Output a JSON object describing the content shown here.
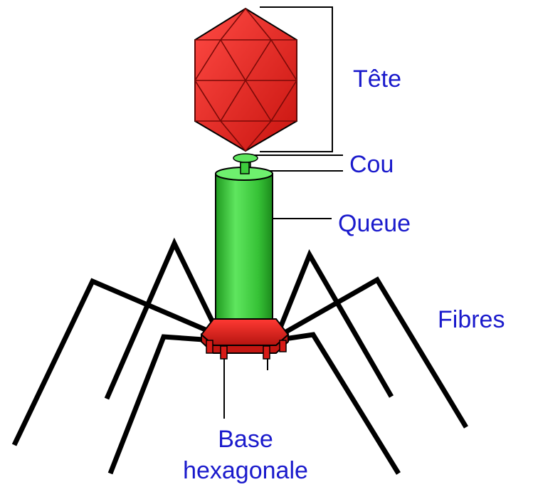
{
  "labels": {
    "head": "Tête",
    "neck": "Cou",
    "tail": "Queue",
    "fibers": "Fibres",
    "base_line1": "Base",
    "base_line2": "hexagonale"
  },
  "colors": {
    "head_fill": "#e8201c",
    "tail_fill": "#3ccc3c",
    "base_fill": "#e8201c",
    "fiber": "#000000",
    "label_text": "#1a1acc"
  }
}
